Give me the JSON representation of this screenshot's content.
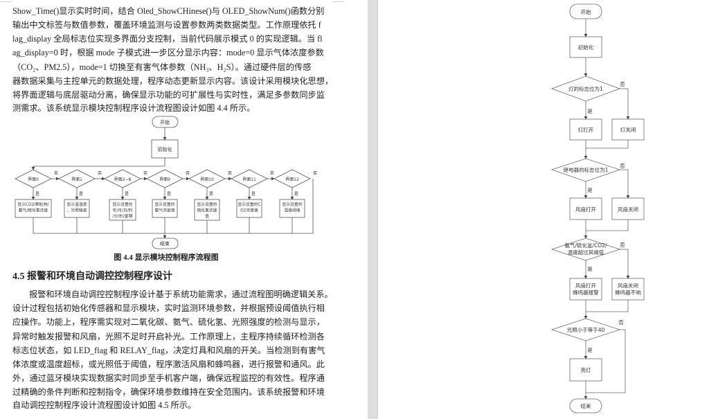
{
  "left_page": {
    "para1_lines": [
      "Show_Time()显示实时时间，结合 Oled_ShowCHinese()与 OLED_ShowNum()函数分别",
      "输出中文标签与数值参数，覆盖环境监测与设置参数两类数据类型。工作原理依托 f",
      "lag_display 全局标志位实现多界面分支控制，当前代码展示模式 0 的实现逻辑。当 fl",
      "ag_display=0 时，根据 mode 子模式进一步区分显示内容：mode=0 显示气体浓度参数",
      "（CO₂、PM2.5），mode=1 切换至有害气体参数（NH₃、H₂S）。通过硬件层的传感",
      "器数据采集与主控单元的数据处理，程序动态更新显示内容。该设计采用模块化思想，",
      "将界面逻辑与底层驱动分离，确保显示功能的可扩展性与实时性，满足多参数同步监",
      "测需求。该系统显示模块控制程序设计流程图设计如图 4.4 所示。"
    ],
    "figure_4_4": {
      "start": "开始",
      "init": "初始化",
      "yes": "是",
      "no": "否",
      "end": "结束",
      "decisions": [
        "界面0",
        "界面1",
        "界面2~8",
        "界面9",
        "界面10",
        "界面11",
        "界面12"
      ],
      "actions": [
        [
          "显示CO2/颗粒物/",
          "氨气/硫化氢浓度"
        ],
        [
          "显示温湿度",
          "、光照强度"
        ],
        [
          "显示设置的",
          "年/月/日/时",
          "/分/秒/星期"
        ],
        [
          "显示设置的",
          "氨气浓度值"
        ],
        [
          "显示设置的",
          "硫化氢浓度",
          "值"
        ],
        [
          "显示设置的C",
          "O2浓度值"
        ],
        [
          "显示设置的",
          "温度阈值"
        ]
      ],
      "caption": "图 4.4 显示模块控制程序流程图"
    },
    "section_heading": "4.5  报警和环境自动调控控制程序设计",
    "para2_lines": [
      "报警和环境自动调控控制程序设计基于系统功能需求，通过流程图明确逻辑关系。",
      "设计过程包括初始化传感器和显示模块，实时监测环境参数，并根据预设阈值执行相",
      "应操作。功能上，程序需实现对二氧化碳、氨气、硫化氢、光照强度的检测与显示，",
      "异常时触发报警和风扇，光照不足时开启补光。工作原理上，主程序持续循环检测各",
      "标志位状态，如 LED_flag 和 RELAY_flag，决定灯具和风扇的开关。当检测到有害气",
      "体浓度或温度超标，或光照低于阈值，程序激活风扇和蜂鸣器，进行报警和通风。此",
      "外，通过蓝牙模块实现数据实时同步至手机客户端，确保远程监控的有效性。程序通",
      "过精确的条件判断和控制指令，确保环境参数维持在安全范围内。该系统报警和环境",
      "自动调控控制程序设计流程图设计如图 4.5 所示。"
    ]
  },
  "right_page": {
    "figure_4_5": {
      "start": "开始",
      "init": "初始化",
      "yes": "是",
      "no": "否",
      "end": "结束",
      "d1": "灯的标志位为1",
      "d1_yes": "灯打开",
      "d1_no": "灯关闭",
      "d2": "继电器的标志位为1",
      "d2_yes": "风扇打开",
      "d2_no": "风扇关闭",
      "d3": [
        "氨气/硫化氢/CO2/",
        "温度超过其阈值"
      ],
      "d3_yes": [
        "风扇打开",
        "蜂鸣器报警"
      ],
      "d3_no": [
        "风扇关闭",
        "蜂鸣器不响"
      ],
      "d4": "光照小于等于40",
      "d4_yes": "亮灯"
    }
  }
}
